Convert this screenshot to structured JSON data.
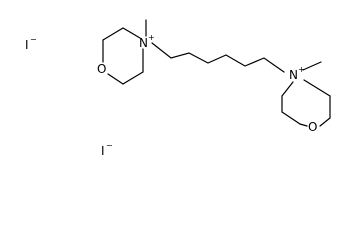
{
  "molecule": {
    "counter_ions": [
      {
        "symbol": "I",
        "charge": "−"
      },
      {
        "symbol": "I",
        "charge": "−"
      }
    ],
    "left_ring": {
      "nitrogen": {
        "symbol": "N",
        "charge": "+"
      },
      "oxygen": {
        "symbol": "O"
      }
    },
    "right_ring": {
      "nitrogen": {
        "symbol": "N",
        "charge": "+"
      },
      "oxygen": {
        "symbol": "O"
      }
    }
  },
  "colors": {
    "bond": "#000000",
    "text": "#000000",
    "background": "#ffffff"
  }
}
